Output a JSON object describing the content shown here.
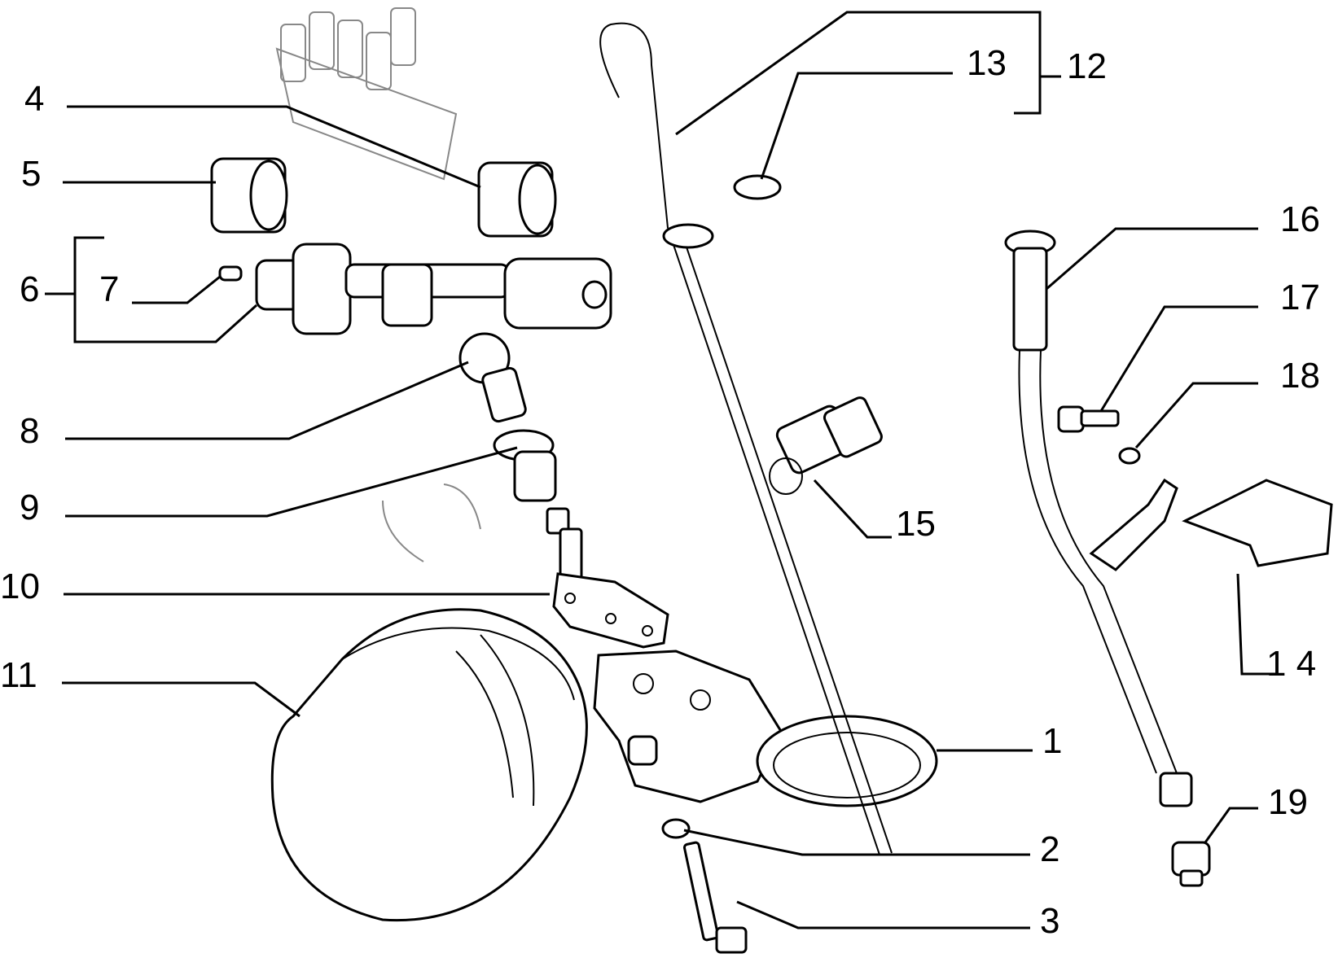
{
  "labels": {
    "l1": "1",
    "l2": "2",
    "l3": "3",
    "l4": "4",
    "l5": "5",
    "l6": "6",
    "l7": "7",
    "l8": "8",
    "l9": "9",
    "l10": "10",
    "l11": "11",
    "l12": "12",
    "l13": "13",
    "l14": "1 4",
    "l15": "15",
    "l16": "16",
    "l17": "17",
    "l18": "18",
    "l19": "19"
  }
}
